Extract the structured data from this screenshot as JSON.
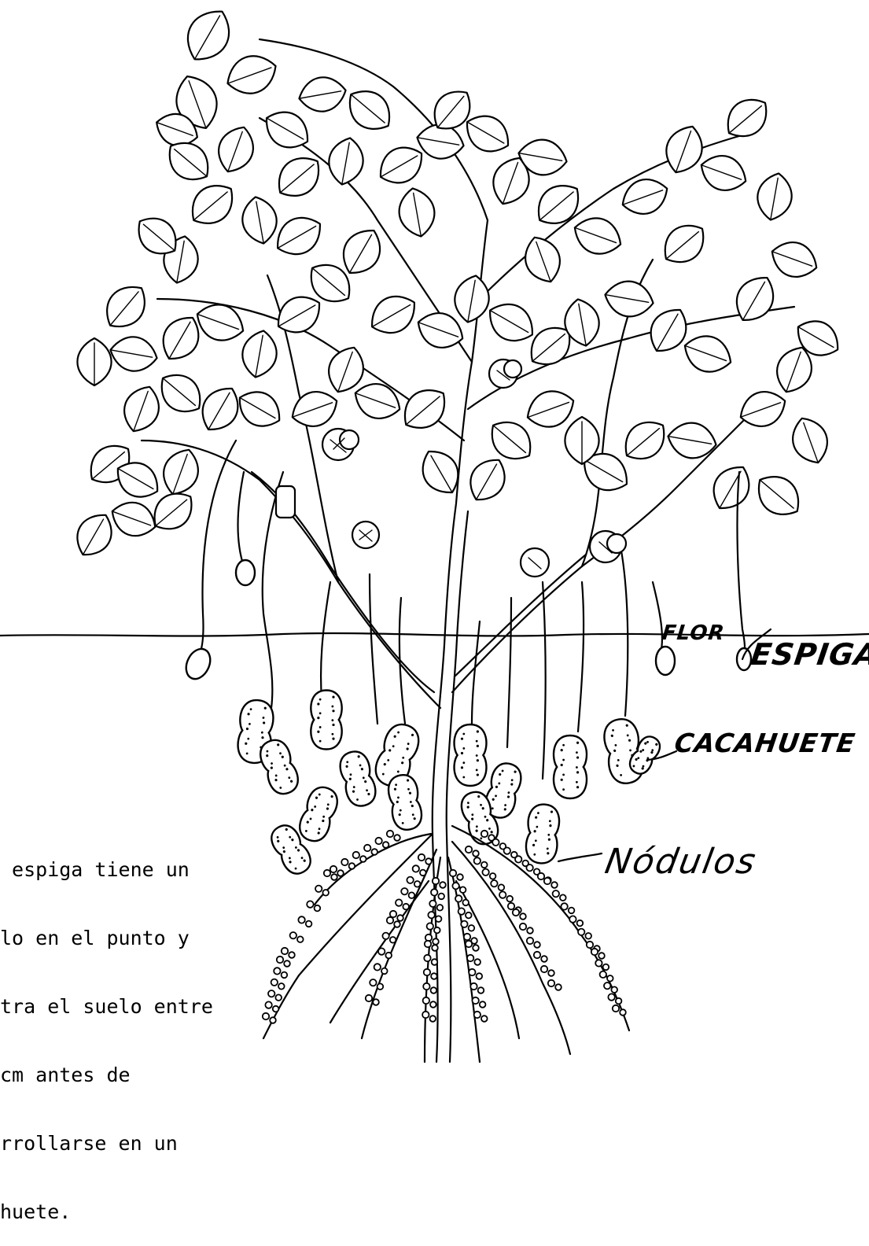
{
  "labels": {
    "flor": "FLOR",
    "espiga": "ESPIGA",
    "cacahuete": "CACAHUETE",
    "nodulos": "Nódulos"
  },
  "caption": {
    "lines": [
      " espiga tiene un",
      "lo en el punto y",
      "tra el suelo entre",
      "cm antes de",
      "rrollarse en un",
      "huete."
    ]
  },
  "colors": {
    "ink": "#000000",
    "paper": "#ffffff"
  }
}
